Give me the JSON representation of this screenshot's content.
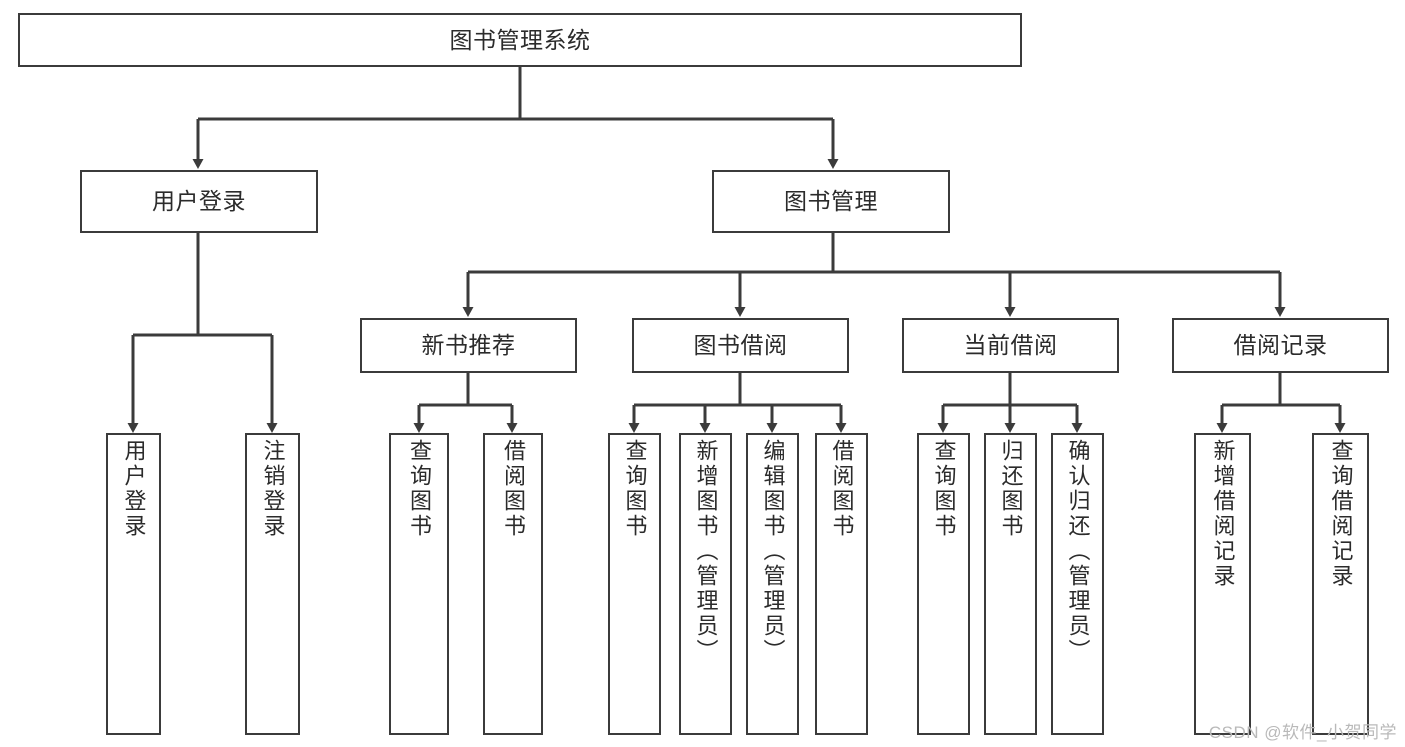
{
  "diagram": {
    "title": "图书管理系统",
    "type": "hierarchy-tree",
    "watermark": "CSDN @软件_小贺同学",
    "colors": {
      "stroke": "#3b3b3b",
      "fill": "#ffffff",
      "text": "#2b2b2b",
      "watermark": "#b9b9b9"
    },
    "nodes": {
      "root": {
        "label": "图书管理系统"
      },
      "level2": [
        {
          "label": "用户登录"
        },
        {
          "label": "图书管理"
        }
      ],
      "level3": [
        {
          "label": "新书推荐"
        },
        {
          "label": "图书借阅"
        },
        {
          "label": "当前借阅"
        },
        {
          "label": "借阅记录"
        }
      ],
      "leaves_user_login": [
        {
          "label": "用户登录"
        },
        {
          "label": "注销登录"
        }
      ],
      "leaves_new_book": [
        {
          "label": "查询图书"
        },
        {
          "label": "借阅图书"
        }
      ],
      "leaves_borrow": [
        {
          "label": "查询图书"
        },
        {
          "label": "新增图书（管理员）"
        },
        {
          "label": "编辑图书（管理员）"
        },
        {
          "label": "借阅图书"
        }
      ],
      "leaves_current": [
        {
          "label": "查询图书"
        },
        {
          "label": "归还图书"
        },
        {
          "label": "确认归还（管理员）"
        }
      ],
      "leaves_records": [
        {
          "label": "新增借阅记录"
        },
        {
          "label": "查询借阅记录"
        }
      ]
    }
  }
}
